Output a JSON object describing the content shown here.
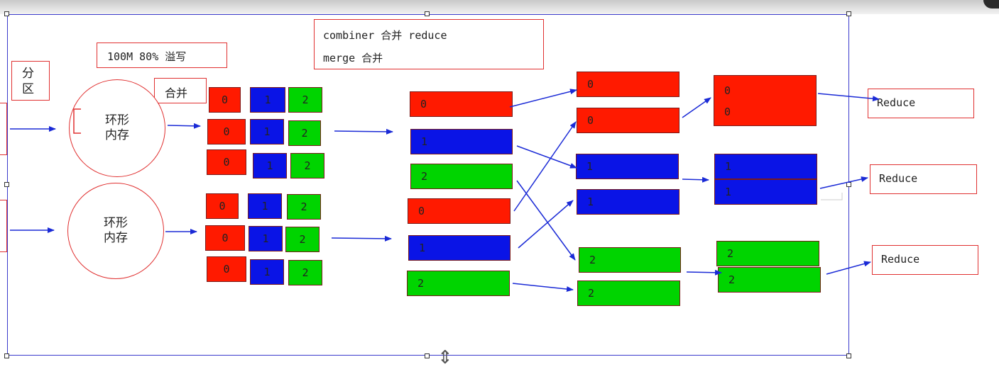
{
  "callouts": {
    "partition": "分\n区",
    "spill": "100M 80% 溢写",
    "merge_small": "合并"
  },
  "note": {
    "line1": "combiner 合并 reduce",
    "line2": "merge 合并"
  },
  "circles": {
    "top": "环形\n内存",
    "bottom": "环形\n内存"
  },
  "spill_blocks": {
    "p0": "0",
    "p1": "1",
    "p2": "2"
  },
  "merged_blocks": {
    "p0": "0",
    "p1": "1",
    "p2": "2"
  },
  "shuffle_blocks": {
    "p0": "0",
    "p1": "1",
    "p2": "2"
  },
  "final_blocks": {
    "p0": "0",
    "p1": "1",
    "p2": "2"
  },
  "reducers": {
    "label": "Reduce"
  },
  "colors": {
    "partition0": "#ff1a00",
    "partition1": "#0a14e6",
    "partition2": "#00d400",
    "outline": "#e03030",
    "arrow": "#1a2ad6",
    "selection": "#3a3acc"
  }
}
